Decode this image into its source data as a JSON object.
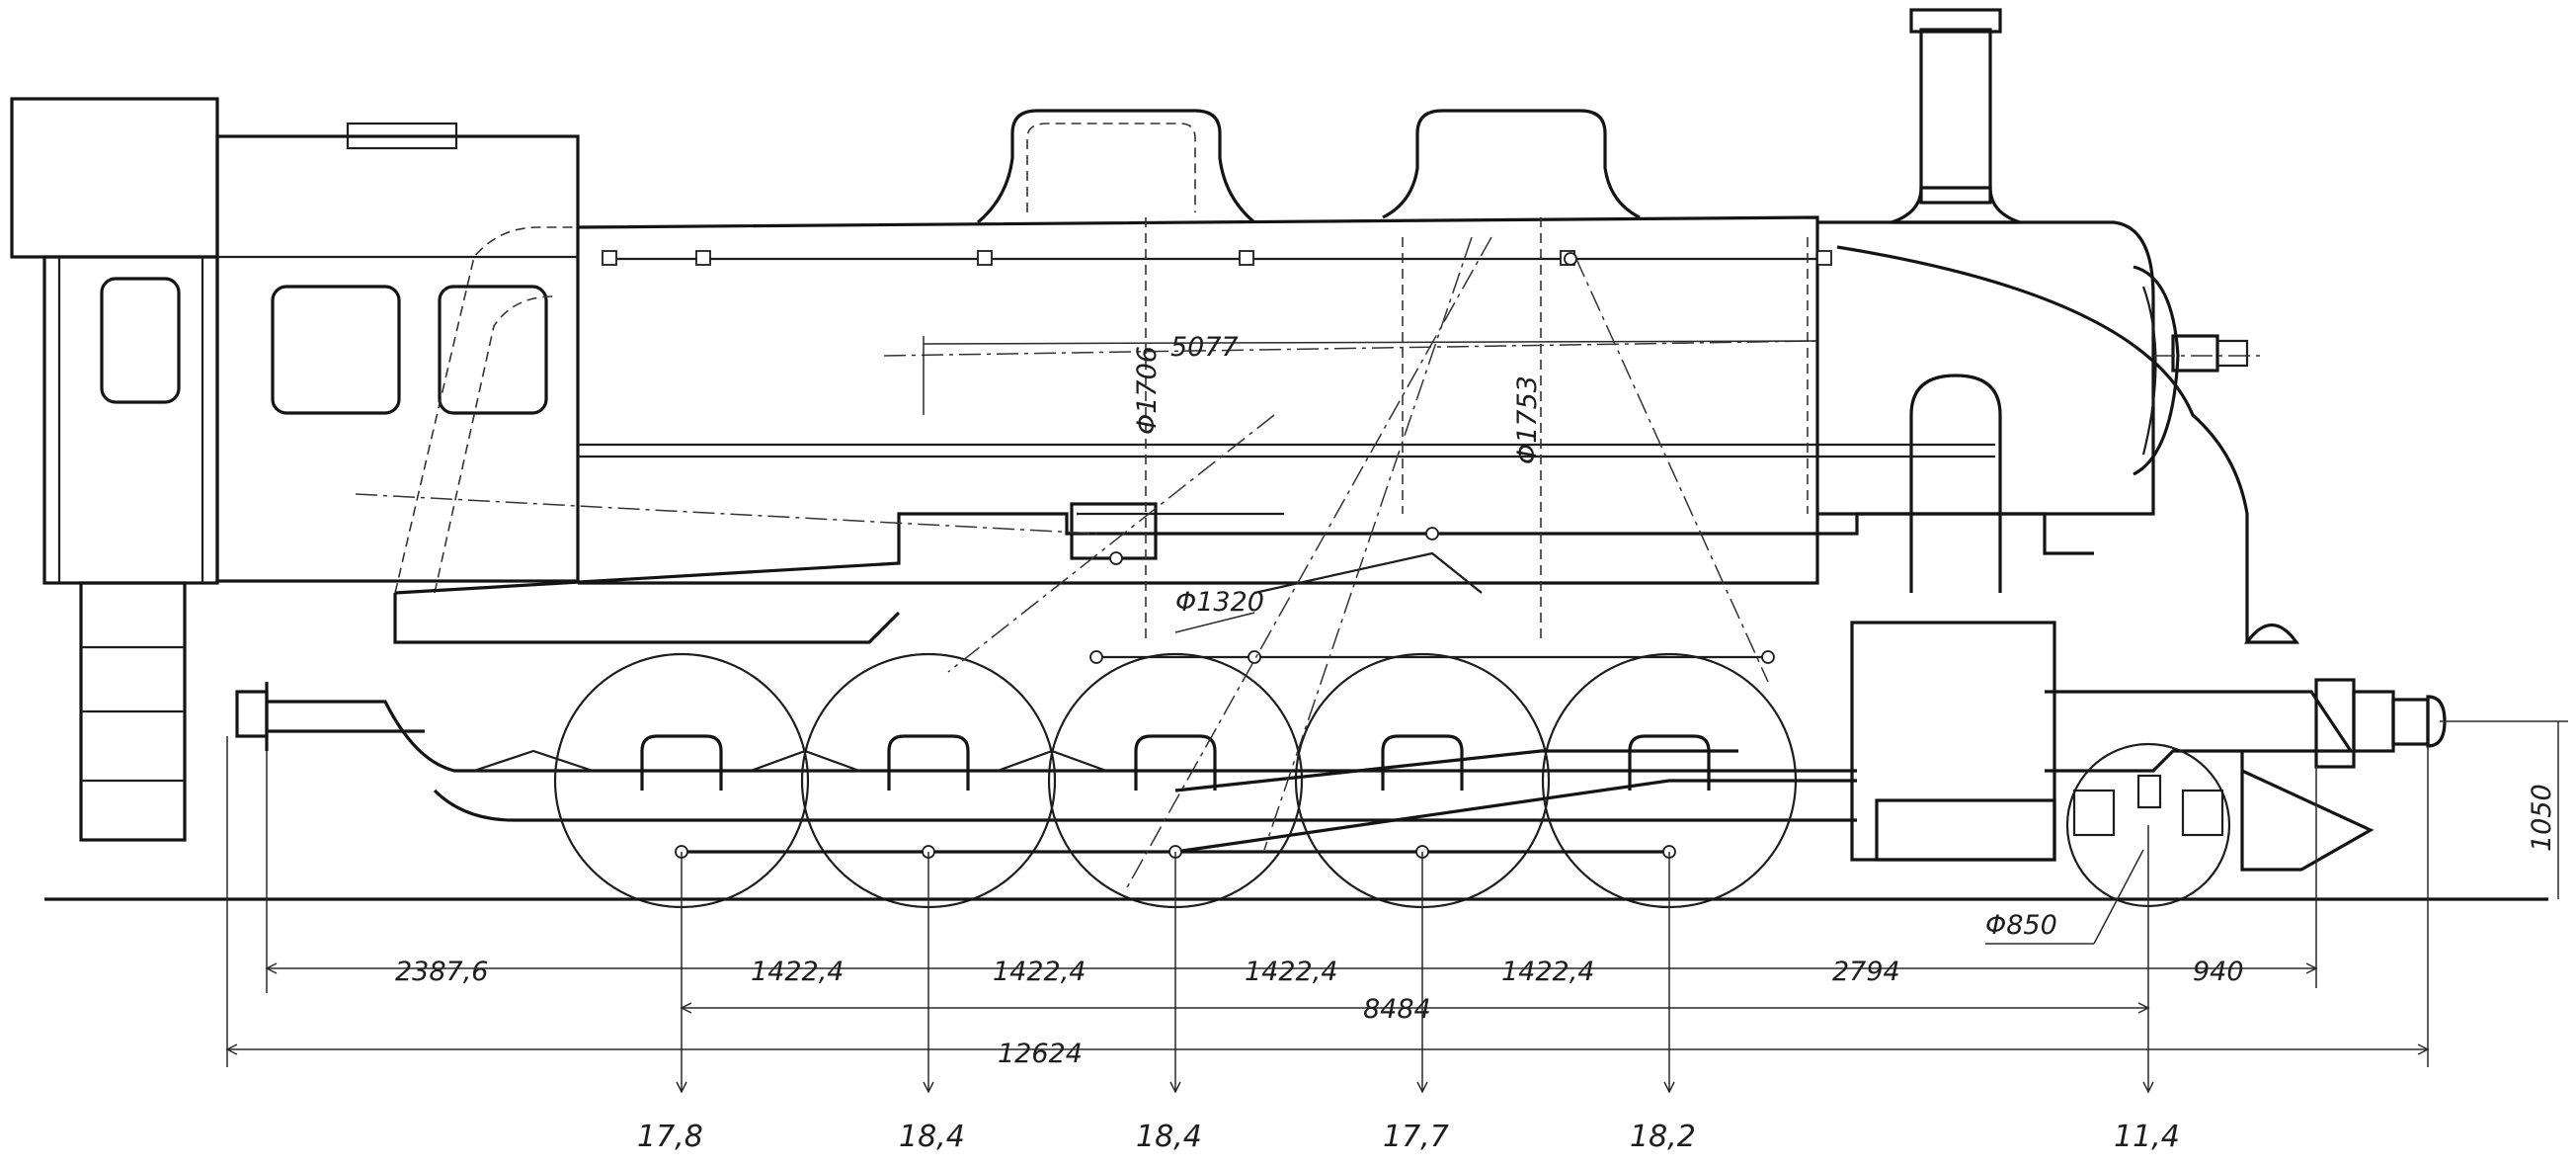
{
  "dimensions": {
    "boiler_tube_length": "5077",
    "boiler_diameter_front": "Φ1706",
    "boiler_diameter_rear": "Φ1753",
    "driving_wheel_diameter": "Φ1320",
    "leading_wheel_diameter": "Φ850",
    "buffer_height": "1050",
    "spacings": [
      "2387,6",
      "1422,4",
      "1422,4",
      "1422,4",
      "1422,4",
      "2794",
      "940"
    ],
    "wheelbase": "8484",
    "overall_length": "12624"
  },
  "axle_loads": [
    "17,8",
    "18,4",
    "18,4",
    "17,7",
    "18,2",
    "11,4"
  ]
}
